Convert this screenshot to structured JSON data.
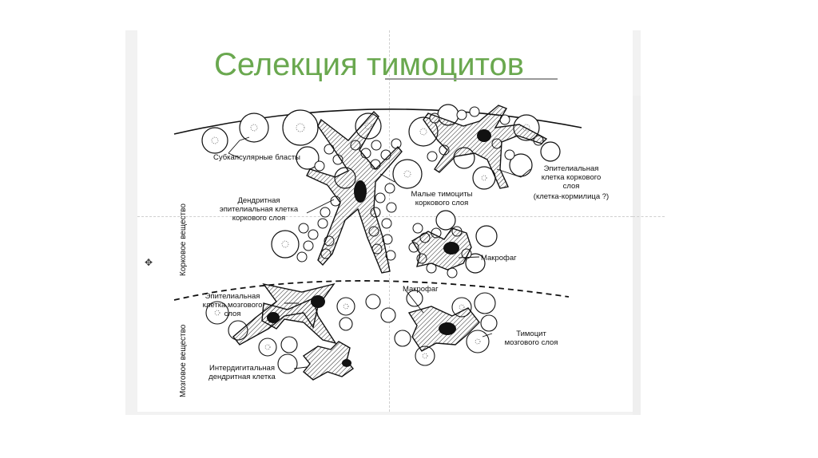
{
  "slide": {
    "title": "Селекция тимоцитов"
  },
  "regions": {
    "cortex": "Корковое вещество",
    "medulla": "Мозговое вещество"
  },
  "labels": {
    "subcapsular": "Субкапсулярные бласты",
    "dendritic_epithelial_1": "Дендритная",
    "dendritic_epithelial_2": "эпителиальная клетка",
    "dendritic_epithelial_3": "коркового слоя",
    "small_thymocytes_1": "Малые тимоциты",
    "small_thymocytes_2": "коркового слоя",
    "cortical_epithelial_1": "Эпителиальная",
    "cortical_epithelial_2": "клетка коркового",
    "cortical_epithelial_3": "слоя",
    "cortical_epithelial_4": "(клетка-кормилица ?)",
    "macrophage_cortex": "Макрофаг",
    "medullary_epithelial_1": "Эпителиальная",
    "medullary_epithelial_2": "клетка мозгового",
    "medullary_epithelial_3": "слоя",
    "macrophage_medulla": "Макрофаг",
    "medullary_thymocyte_1": "Тимоцит",
    "medullary_thymocyte_2": "мозгового слоя",
    "interdigital_1": "Интердигитальная",
    "interdigital_2": "дендритная клетка"
  }
}
